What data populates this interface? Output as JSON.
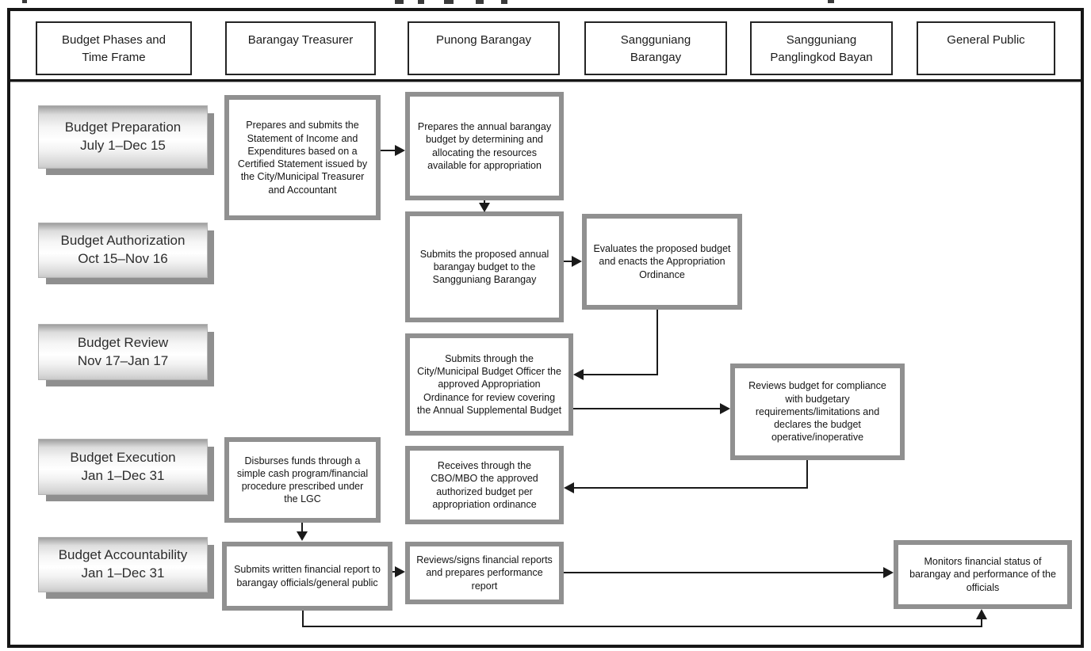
{
  "columns": [
    {
      "id": "phases",
      "label": "Budget Phases and Time Frame"
    },
    {
      "id": "treasurer",
      "label": "Barangay Treasurer"
    },
    {
      "id": "punong",
      "label": "Punong Barangay"
    },
    {
      "id": "sb",
      "label": "Sangguniang Barangay"
    },
    {
      "id": "spb",
      "label": "Sangguniang Panglingkod Bayan"
    },
    {
      "id": "public",
      "label": "General Public"
    }
  ],
  "phases": [
    {
      "name": "Budget Preparation",
      "timeframe": "July 1–Dec 15"
    },
    {
      "name": "Budget Authorization",
      "timeframe": "Oct 15–Nov 16"
    },
    {
      "name": "Budget Review",
      "timeframe": "Nov 17–Jan 17"
    },
    {
      "name": "Budget Execution",
      "timeframe": "Jan 1–Dec 31"
    },
    {
      "name": "Budget Accountability",
      "timeframe": "Jan 1–Dec 31"
    }
  ],
  "steps": {
    "treasurer_statement": "Prepares and submits the Statement of Income and Expenditures based on a Certified Statement issued by the City/Municipal Treasurer and Accountant",
    "punong_prepares_budget": "Prepares the annual barangay budget by determining and allocating the resources available for appropriation",
    "punong_submits_budget": "Submits the proposed annual barangay budget to the Sangguniang Barangay",
    "sb_evaluates": "Evaluates the proposed budget and enacts the Appropriation Ordinance",
    "punong_submits_ordinance": "Submits through the City/Municipal Budget Officer the approved Appropriation Ordinance for review covering the Annual Supplemental Budget",
    "spb_reviews": "Reviews budget for compliance with budgetary requirements/limitations and declares the budget operative/inoperative",
    "treasurer_disburses": "Disburses funds through a simple cash program/financial procedure prescribed under the LGC",
    "punong_receives": "Receives through the CBO/MBO the approved authorized budget per appropriation ordinance",
    "treasurer_reports": "Submits written financial report to barangay officials/general public",
    "punong_reviews_reports": "Reviews/signs financial reports and prepares performance report",
    "public_monitors": "Monitors financial status of barangay and performance of the officials"
  },
  "colors": {
    "frame_border": "#161616",
    "arrow": "#1a1a1a",
    "process_box_border": "#909090",
    "phase_box_shadow": "#8f8f8f"
  }
}
